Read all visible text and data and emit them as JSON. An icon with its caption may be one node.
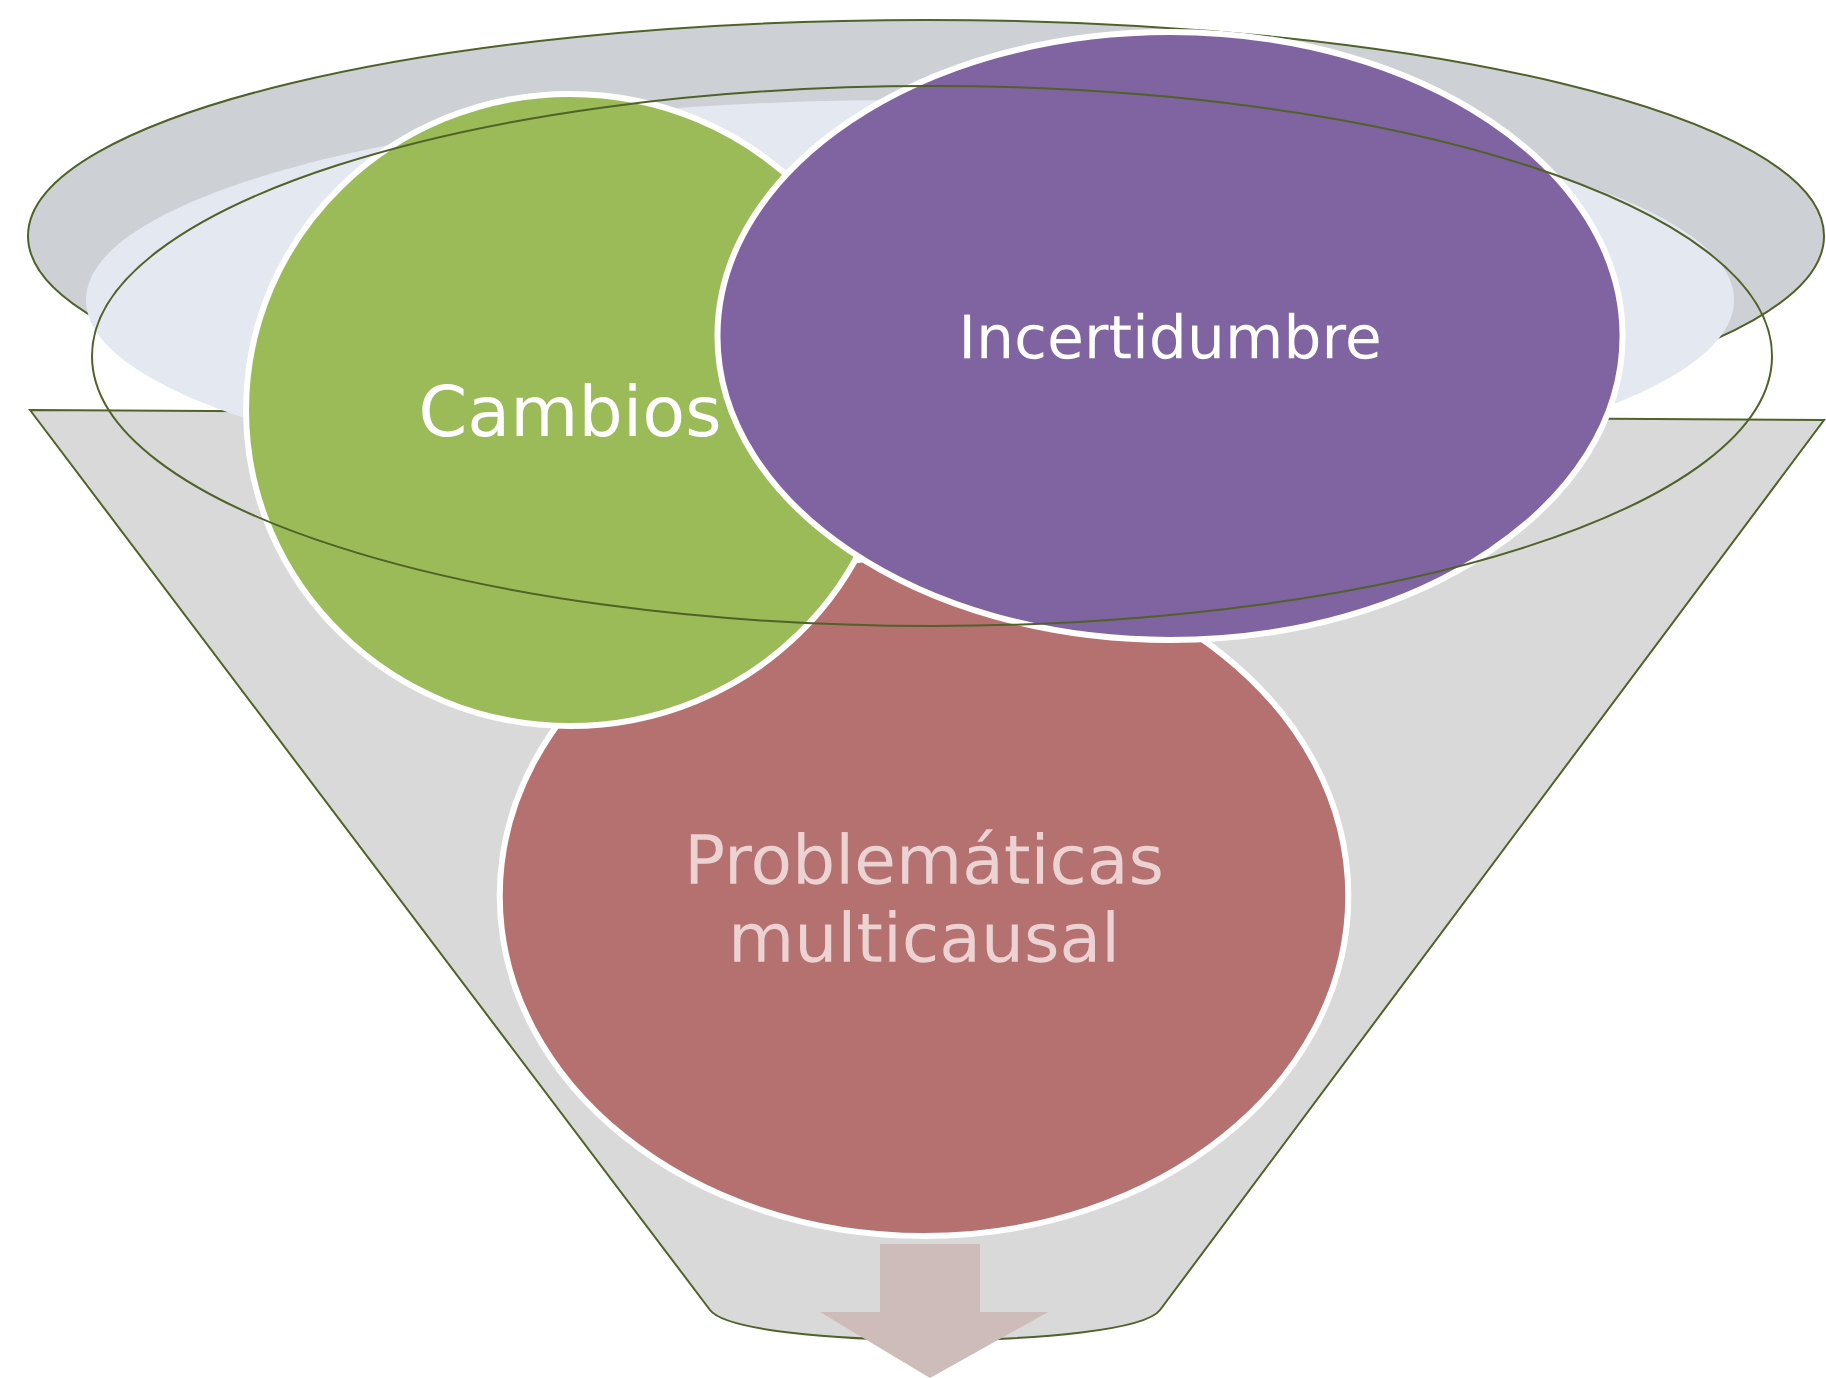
{
  "diagram": {
    "nodes": [
      {
        "text": [
          "Cambios"
        ]
      },
      {
        "text": [
          "Incertidumbre"
        ]
      },
      {
        "text": [
          "Problemáticas multicausal"
        ]
      }
    ]
  }
}
